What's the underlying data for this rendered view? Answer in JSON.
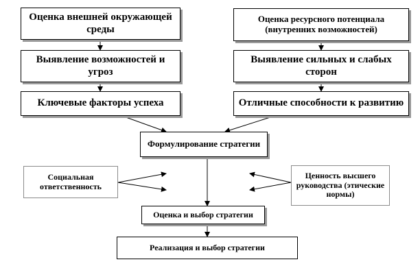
{
  "nodes": {
    "external_env": "Оценка внешней окружающей среды",
    "opportunities_threats": "Выявление возможностей и угроз",
    "key_success_factors": "Ключевые факторы успеха",
    "resource_potential": "Оценка ресурсного потенциала (внутренних возможностей)",
    "strengths_weaknesses": "Выявление сильных и слабых сторон",
    "distinctive_capabilities": "Отличные способности к развитию",
    "strategy_formulation": "Формулирование стратегии",
    "social_responsibility": "Социальная ответственность",
    "management_values": "Ценность высшего руководства (этические нормы)",
    "strategy_evaluation": "Оценка и выбор стратегии",
    "strategy_implementation": "Реализация и выбор стратегии"
  },
  "colors": {
    "border": "#000000",
    "light_border": "#8a8a8a",
    "shadow": "#9a9a9a",
    "background": "#ffffff"
  }
}
